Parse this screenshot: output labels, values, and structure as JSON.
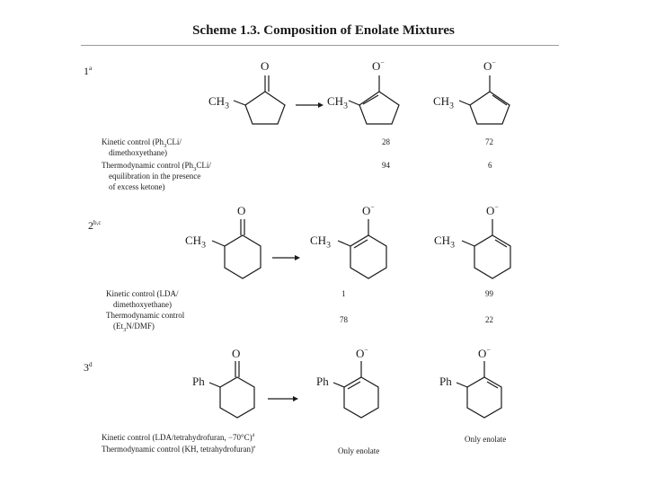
{
  "header": {
    "title": "Scheme 1.3.  Composition of Enolate Mixtures"
  },
  "labels": {
    "ch3": "CH",
    "ch3_sub": "3",
    "o": "O",
    "o_minus": "O",
    "minus": "−",
    "ph": "Ph"
  },
  "entries": [
    {
      "number": "1",
      "footnote": "a",
      "conditions": [
        [
          "Kinetic control (Ph",
          "3",
          "CLi/",
          "dimethoxyethane)"
        ],
        [
          "Thermodynamic control (Ph",
          "3",
          "CLi/",
          "equilibration in the presence",
          "of excess ketone)"
        ]
      ],
      "values": [
        {
          "left": "28",
          "right": "72"
        },
        {
          "left": "94",
          "right": "6"
        }
      ]
    },
    {
      "number": "2",
      "footnote": "b,c",
      "conditions": [
        [
          "Kinetic control (LDA/",
          "dimethoxyethane)"
        ],
        [
          "Thermodynamic control",
          "(Et",
          "3",
          "N/DMF)"
        ]
      ],
      "values": [
        {
          "left": "1",
          "right": "99"
        },
        {
          "left": "78",
          "right": "22"
        }
      ]
    },
    {
      "number": "3",
      "footnote": "d",
      "conditions": [
        [
          "Kinetic control (LDA/tetrahydrofuran, −70°C)",
          "d"
        ],
        [
          "Thermodynamic control (KH, tetrahydrofuran)",
          "e"
        ]
      ],
      "values": [
        {
          "left": "",
          "right": "Only enolate"
        },
        {
          "left": "Only enolate",
          "right": ""
        }
      ]
    }
  ]
}
